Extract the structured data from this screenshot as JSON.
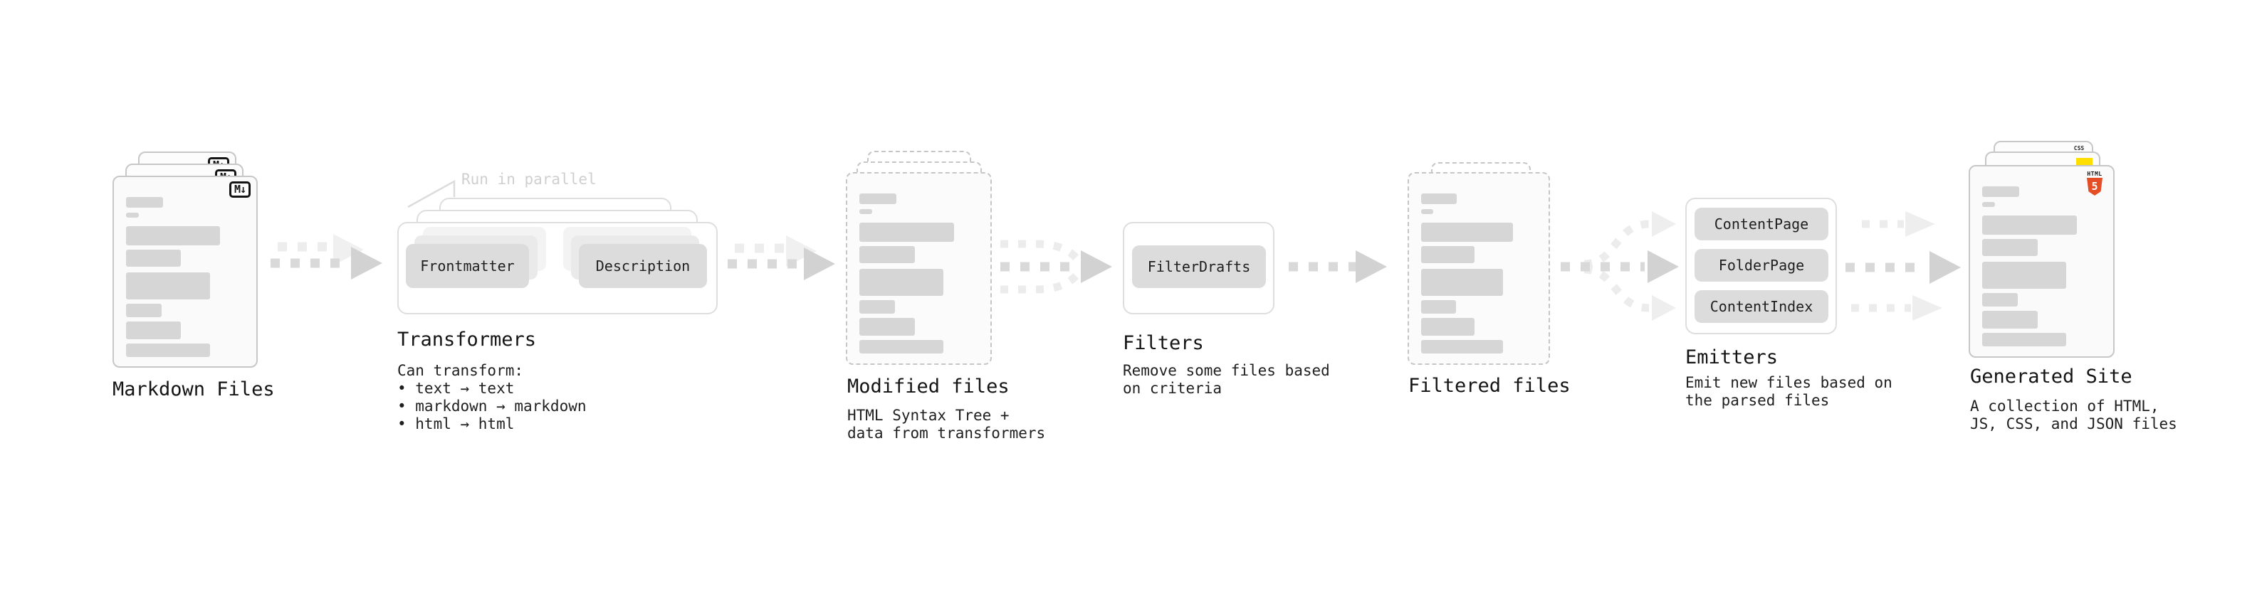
{
  "diagram": {
    "stages": [
      {
        "id": "markdown-files",
        "title": "Markdown Files"
      },
      {
        "id": "transformers",
        "title": "Transformers",
        "annotation": "Run in parallel",
        "boxes": [
          "Frontmatter",
          "Description"
        ],
        "description": "Can transform:\n • text → text\n • markdown → markdown\n • html → html"
      },
      {
        "id": "modified-files",
        "title": "Modified files",
        "description": "HTML Syntax Tree +\ndata from transformers"
      },
      {
        "id": "filters",
        "title": "Filters",
        "boxes": [
          "FilterDrafts"
        ],
        "description": "Remove some files based\non criteria"
      },
      {
        "id": "filtered-files",
        "title": "Filtered files"
      },
      {
        "id": "emitters",
        "title": "Emitters",
        "boxes": [
          "ContentPage",
          "FolderPage",
          "ContentIndex"
        ],
        "description": "Emit new files based on\nthe parsed files"
      },
      {
        "id": "generated-site",
        "title": "Generated Site",
        "description": "A collection of HTML,\nJS, CSS, and JSON files"
      }
    ],
    "icons": {
      "markdown_badge": "M↓",
      "html5_label": "HTML",
      "html5_numeral": "5",
      "css_label": "CSS"
    },
    "colors": {
      "text": "#1a1a1a",
      "muted_annotation": "#cfcfcf",
      "card_background": "#fafafa",
      "card_border": "#c7c7c7",
      "placeholder_bar": "#d6d6d6",
      "box_background": "#dcdcdc",
      "arrow": "#d9d9d9",
      "arrow_light": "#ededed",
      "html5_orange": "#e44d26",
      "js_yellow": "#ffdf00",
      "css_blue": "#2767ec"
    }
  }
}
